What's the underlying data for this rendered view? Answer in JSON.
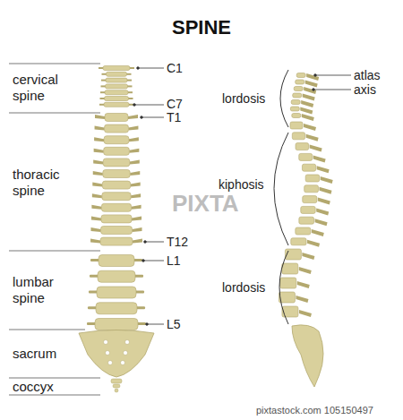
{
  "diagram": {
    "title": "SPINE",
    "labels": [
      "cervical spine",
      "thoracic spine",
      "lumbar spine",
      "sacrum",
      "coccyx",
      "C1",
      "C7",
      "T1",
      "T12",
      "L1",
      "L5",
      "atlas",
      "axis",
      "lordosis",
      "kiphosis",
      "lordosis",
      "PIXTA",
      "pixtastock.com 105150497"
    ]
  }
}
